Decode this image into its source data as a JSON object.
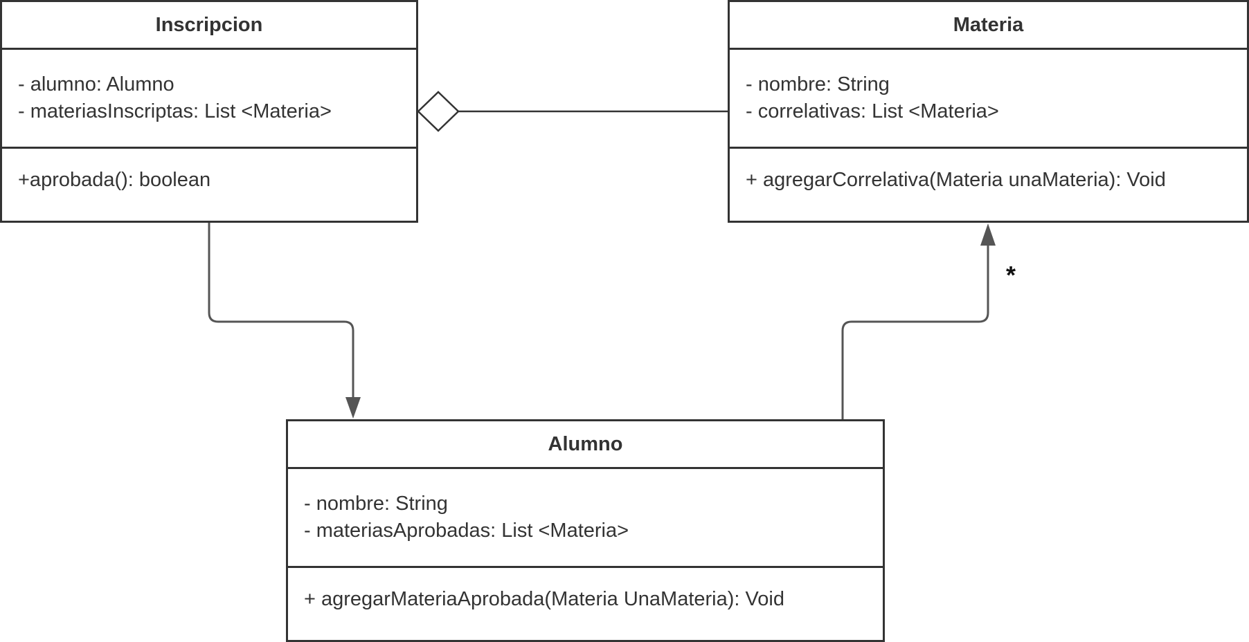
{
  "classes": {
    "inscripcion": {
      "name": "Inscripcion",
      "attributes": [
        "- alumno: Alumno",
        "- materiasInscriptas: List <Materia>"
      ],
      "methods": [
        "+aprobada(): boolean"
      ]
    },
    "materia": {
      "name": "Materia",
      "attributes": [
        "- nombre: String",
        "- correlativas: List <Materia>"
      ],
      "methods": [
        "+ agregarCorrelativa(Materia unaMateria): Void"
      ]
    },
    "alumno": {
      "name": "Alumno",
      "attributes": [
        "- nombre: String",
        "- materiasAprobadas: List <Materia>"
      ],
      "methods": [
        "+ agregarMateriaAprobada(Materia UnaMateria): Void"
      ]
    }
  },
  "relations": {
    "inscripcion_materia": {
      "type": "aggregation"
    },
    "inscripcion_alumno": {
      "type": "directed-association"
    },
    "alumno_materia": {
      "type": "directed-association",
      "multiplicity": "*"
    }
  },
  "colors": {
    "box_border": "#333333",
    "connector": "#555555",
    "text": "#333333"
  }
}
